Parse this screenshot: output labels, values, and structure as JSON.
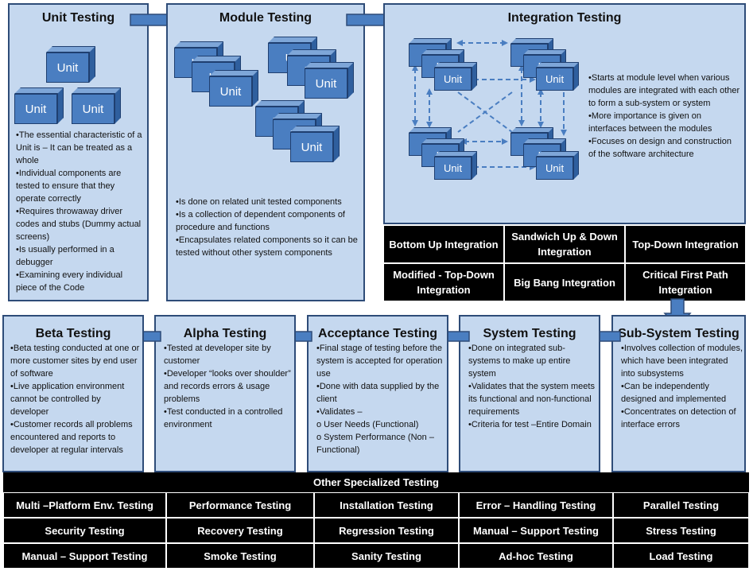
{
  "top_row": {
    "unit_testing": {
      "title": "Unit Testing",
      "cube_label": "Unit",
      "bullets": [
        "•The essential characteristic of a Unit is – It can be treated as a whole",
        "•Individual components are tested to ensure that they operate correctly",
        "•Requires throwaway driver codes and stubs (Dummy actual screens)",
        "•Is usually performed in a debugger",
        "•Examining  every individual piece of the Code"
      ]
    },
    "module_testing": {
      "title": "Module Testing",
      "cube_partial": "U",
      "cube_label": "Unit",
      "bullets": [
        "•Is done on related unit tested components",
        "•Is a collection of dependent components of procedure and functions",
        "•Encapsulates related components so it can be tested without other system components"
      ]
    },
    "integration_testing": {
      "title": "Integration Testing",
      "cube_partial": "U",
      "cube_label": "Unit",
      "bullets": [
        "•Starts at module level when various modules are integrated with each other to form a sub-system or system",
        "•More importance is given on interfaces between the modules",
        "•Focuses on design and construction of the software architecture"
      ],
      "approaches": [
        "Bottom Up Integration",
        "Sandwich Up & Down Integration",
        "Top-Down Integration",
        "Modified - Top-Down Integration",
        "Big Bang Integration",
        "Critical First Path Integration"
      ]
    }
  },
  "middle_row": {
    "sub_system_testing": {
      "title": "Sub-System Testing",
      "bullets": [
        "•Involves collection of modules, which have been integrated into subsystems",
        "•Can be independently designed and implemented",
        "•Concentrates on detection of interface errors"
      ]
    },
    "system_testing": {
      "title": "System Testing",
      "bullets": [
        "•Done on integrated sub-systems to make up entire system",
        "•Validates that the system meets its functional and non-functional requirements",
        "•Criteria for test –Entire Domain"
      ]
    },
    "acceptance_testing": {
      "title": "Acceptance Testing",
      "bullets": [
        "•Final stage of testing before the system is accepted for operation use",
        "•Done with data supplied by the client",
        "•Validates –",
        "o User Needs (Functional)",
        "o System Performance (Non – Functional)"
      ]
    },
    "alpha_testing": {
      "title": "Alpha Testing",
      "bullets": [
        "•Tested at developer site by customer",
        "•Developer “looks over shoulder” and records errors & usage problems",
        "•Test conducted in a controlled environment"
      ]
    },
    "beta_testing": {
      "title": "Beta Testing",
      "bullets": [
        "•Beta testing conducted at one or more customer sites by end user of software",
        "•Live application environment cannot be controlled by developer",
        "•Customer records all problems encountered and reports to developer at regular intervals"
      ]
    }
  },
  "specialized": {
    "title": "Other Specialized Testing",
    "rows": [
      [
        "Multi –Platform Env. Testing",
        "Performance Testing",
        "Installation Testing",
        "Error – Handling Testing",
        "Parallel Testing"
      ],
      [
        "Security  Testing",
        "Recovery Testing",
        "Regression Testing",
        "Manual – Support Testing",
        "Stress Testing"
      ],
      [
        "Manual – Support Testing",
        "Smoke Testing",
        "Sanity Testing",
        "Ad-hoc Testing",
        "Load Testing"
      ]
    ]
  },
  "colors": {
    "panel_bg": "#c5d8ef",
    "panel_border": "#2e4c78",
    "cube_front": "#4a7ec1",
    "arrow": "#4a7ec1",
    "cell_bg": "#000000"
  }
}
